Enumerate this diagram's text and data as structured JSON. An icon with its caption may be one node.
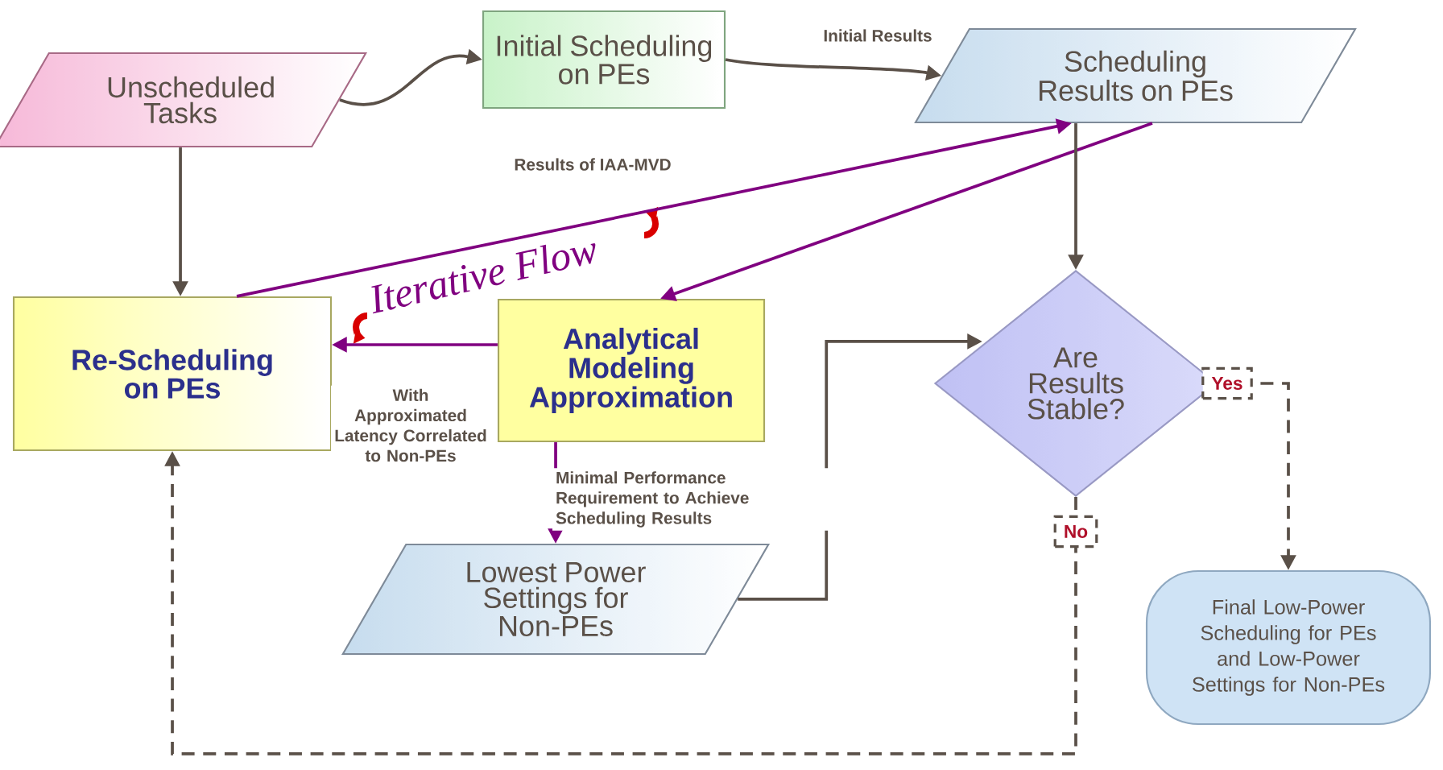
{
  "diagram": {
    "nodes": [
      {
        "text": [
          "Unscheduled Tasks"
        ]
      },
      {
        "text": [
          "Initial Scheduling on PEs"
        ]
      },
      {
        "text": [
          "Scheduling Results on PEs"
        ]
      },
      {
        "text": [
          "Re-Scheduling on PEs"
        ]
      },
      {
        "text": [
          "Analytical Modeling Approximation"
        ]
      },
      {
        "text": [
          "Are Results Stable?"
        ]
      },
      {
        "text": [
          "Lowest Power Settings for Non-PEs"
        ]
      },
      {
        "text": [
          "Final Low-Power Scheduling for PEs and Low-Power Settings for Non-PEs"
        ]
      }
    ],
    "edges": [
      {
        "from": 0,
        "to": 1,
        "arrow": "to"
      },
      {
        "from": 1,
        "to": 2,
        "arrow": "to",
        "label": "Initial Results"
      },
      {
        "from": 0,
        "to": 3,
        "arrow": "to"
      },
      {
        "from": 3,
        "to": 2,
        "arrow": "to",
        "label": "Results of IAA-MVD",
        "color": "#800080"
      },
      {
        "from": 2,
        "to": 4,
        "arrow": "to",
        "color": "#800080"
      },
      {
        "from": 4,
        "to": 3,
        "arrow": "to",
        "label": "With Approximated Latency Correlated to Non-PEs",
        "color": "#800080"
      },
      {
        "from": 4,
        "to": 6,
        "arrow": "to",
        "label": "Minimal Performance Requirement to Achieve Scheduling Results",
        "color": "#800080"
      },
      {
        "from": 6,
        "to": 5,
        "arrow": "to"
      },
      {
        "from": 2,
        "to": 5,
        "arrow": "to"
      },
      {
        "from": 5,
        "to": 7,
        "arrow": "to",
        "label": "Yes",
        "style": "dashed"
      },
      {
        "from": 5,
        "to": 3,
        "arrow": "to",
        "label": "No",
        "style": "dashed"
      }
    ],
    "labels": [
      "Iterative Flow"
    ]
  }
}
